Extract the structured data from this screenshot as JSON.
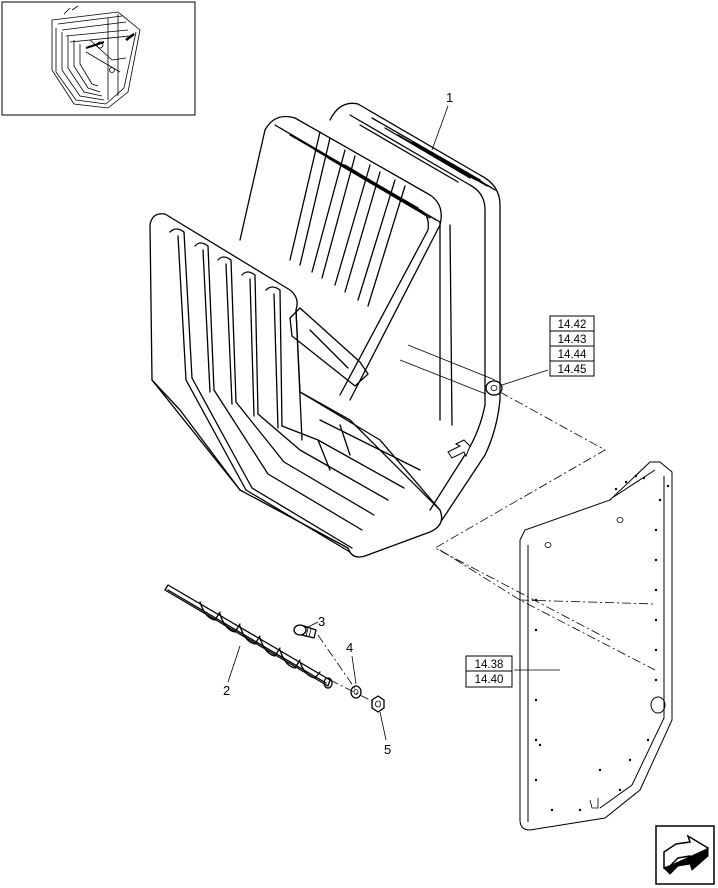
{
  "diagram": {
    "callouts": [
      {
        "id": "part-1",
        "text": "1"
      },
      {
        "id": "part-2",
        "text": "2"
      },
      {
        "id": "part-3",
        "text": "3"
      },
      {
        "id": "part-4",
        "text": "4"
      },
      {
        "id": "part-5",
        "text": "5"
      }
    ],
    "refs_top": [
      "14.42",
      "14.43",
      "14.44",
      "14.45"
    ],
    "refs_panel": [
      "14.38",
      "14.40"
    ],
    "icons": [
      "thumbnail-overview",
      "flow-arrow-icon",
      "next-page-arrow-icon"
    ]
  }
}
